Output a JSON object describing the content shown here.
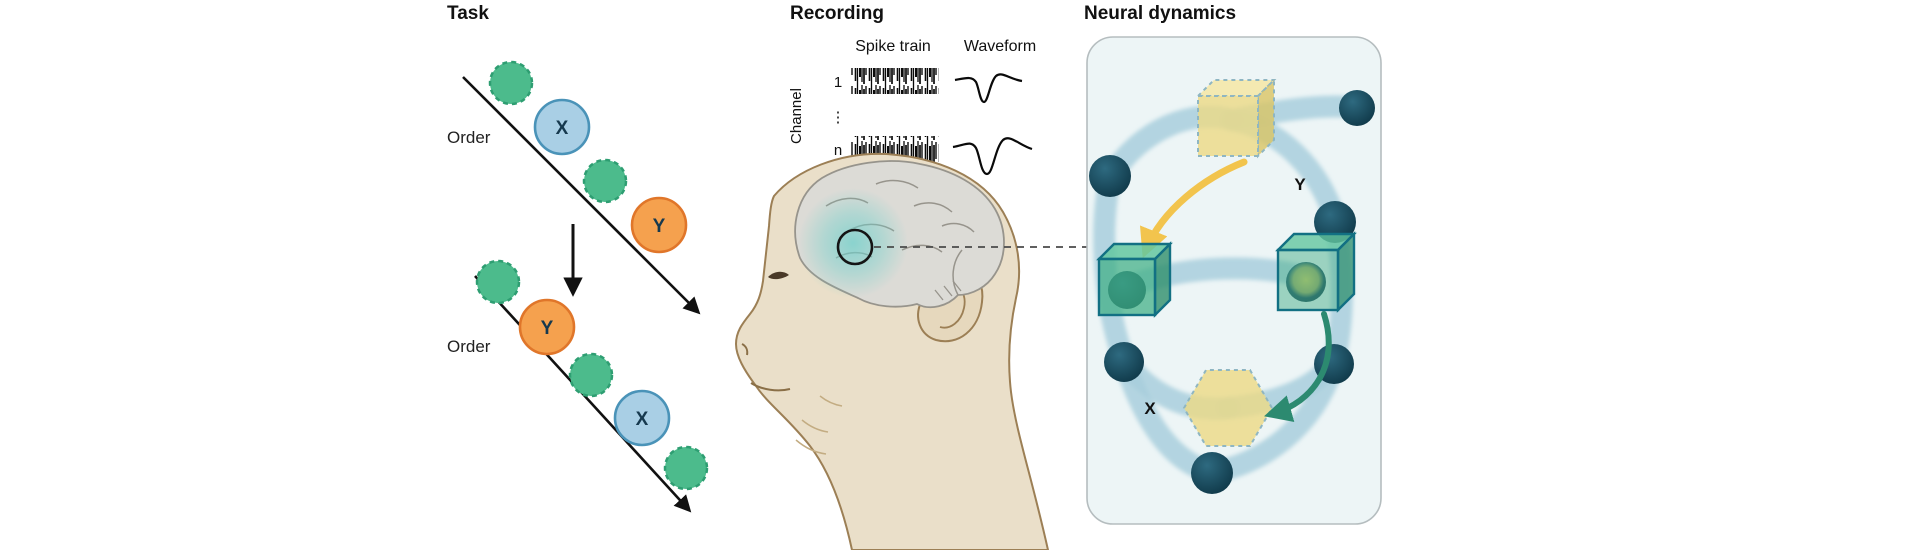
{
  "task": {
    "title": "Task",
    "sequences": [
      {
        "order_label": "Order",
        "items": [
          {
            "kind": "filler"
          },
          {
            "kind": "cue",
            "label": "X"
          },
          {
            "kind": "filler"
          },
          {
            "kind": "cue",
            "label": "Y"
          }
        ]
      },
      {
        "order_label": "Order",
        "items": [
          {
            "kind": "filler"
          },
          {
            "kind": "cue",
            "label": "Y"
          },
          {
            "kind": "filler"
          },
          {
            "kind": "cue",
            "label": "X"
          },
          {
            "kind": "filler"
          }
        ]
      }
    ]
  },
  "recording": {
    "title": "Recording",
    "spike_train_label": "Spike train",
    "waveform_label": "Waveform",
    "channel_axis_label": "Channel",
    "channel_first": "1",
    "channel_ellipsis": "⋮",
    "channel_last": "n"
  },
  "neural_dynamics": {
    "title": "Neural dynamics",
    "label_y": "Y",
    "label_x": "X"
  },
  "colors": {
    "filler_green": "#4cbb8c",
    "filler_green_stroke": "#2e9e72",
    "cue_blue_fill": "#a9cfe5",
    "cue_blue_stroke": "#4a93b8",
    "cue_orange_fill": "#f5a14e",
    "cue_orange_stroke": "#e0762a",
    "arrow_black": "#111111",
    "monkey_skin": "#eadfc9",
    "monkey_outline": "#9c7f55",
    "brain_gray": "#dcdbd6",
    "recording_site_teal": "#6fd0cb",
    "panel_background": "#edf5f6",
    "node_dark_teal": "#16485c",
    "tube_light_blue": "#a9cfdd",
    "state_yellow": "#ecd985",
    "state_green": "#3fae83",
    "arrow_yellow": "#f2c44d",
    "arrow_teal": "#2c8a70"
  }
}
